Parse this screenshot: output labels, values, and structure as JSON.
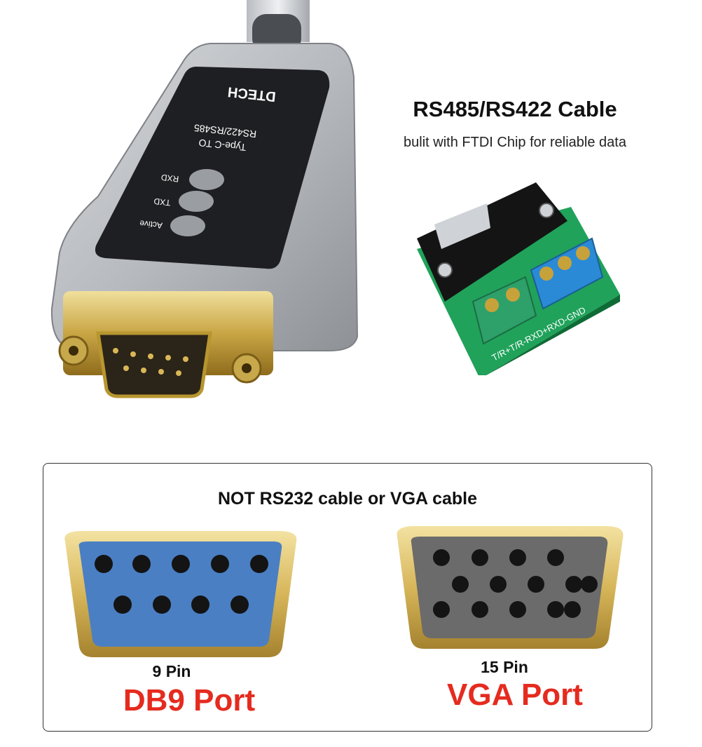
{
  "header": {
    "title": "RS485/RS422 Cable",
    "subtitle": "bulit with FTDI Chip for reliable data"
  },
  "adapter": {
    "brand": "DTECH",
    "model_line1": "Type-C TO",
    "model_line2": "RS422/RS485",
    "leds": [
      "RXD",
      "TXD",
      "Active"
    ]
  },
  "terminal_board": {
    "silkscreen": "T/R+T/R-RXD+RXD-GND"
  },
  "comparison": {
    "title": "NOT RS232 cable or VGA cable",
    "db9": {
      "pins": "9 Pin",
      "name": "DB9 Port",
      "color": "#e52b1f",
      "face": "#4a7fc4"
    },
    "vga": {
      "pins": "15 Pin",
      "name": "VGA Port",
      "color": "#e52b1f",
      "face": "#6b6b6b"
    }
  }
}
